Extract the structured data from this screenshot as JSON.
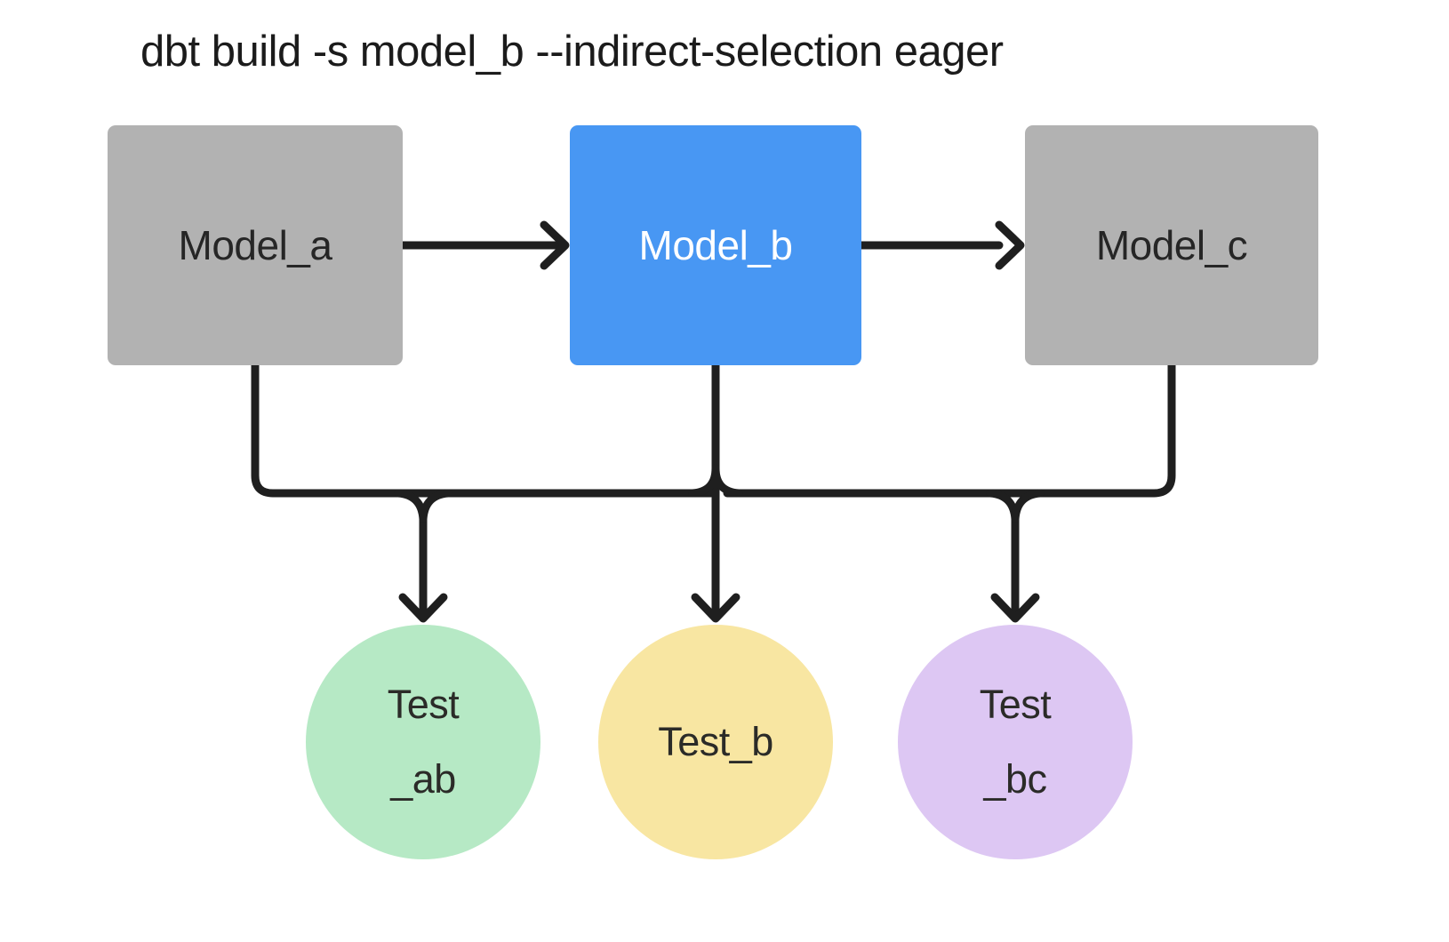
{
  "title": "dbt build -s model_b --indirect-selection eager",
  "colors": {
    "background": "#ffffff",
    "title_text": "#1b1b1b",
    "edge": "#1f1f1f",
    "model_default_fill": "#b2b2b2",
    "model_default_text": "#262626",
    "model_selected_fill": "#4897f3",
    "model_selected_text": "#ffffff",
    "test_ab_fill": "#b6e9c5",
    "test_b_fill": "#f8e6a2",
    "test_bc_fill": "#ddc7f3",
    "test_text": "#2b2b28"
  },
  "nodes": {
    "model_a": {
      "label": "Model_a",
      "type": "model",
      "selected": false,
      "fill": "#b2b2b2",
      "text_color": "#262626"
    },
    "model_b": {
      "label": "Model_b",
      "type": "model",
      "selected": true,
      "fill": "#4897f3",
      "text_color": "#ffffff"
    },
    "model_c": {
      "label": "Model_c",
      "type": "model",
      "selected": false,
      "fill": "#b2b2b2",
      "text_color": "#262626"
    },
    "test_ab": {
      "label": "Test\n_ab",
      "type": "test",
      "fill": "#b6e9c5",
      "text_color": "#2b2b28"
    },
    "test_b": {
      "label": "Test_b",
      "type": "test",
      "fill": "#f8e6a2",
      "text_color": "#2b2b28"
    },
    "test_bc": {
      "label": "Test\n_bc",
      "type": "test",
      "fill": "#ddc7f3",
      "text_color": "#2b2b28"
    }
  },
  "edges": [
    {
      "from": "model_a",
      "to": "model_b"
    },
    {
      "from": "model_b",
      "to": "model_c"
    },
    {
      "from": "model_a",
      "to": "test_ab"
    },
    {
      "from": "model_b",
      "to": "test_ab"
    },
    {
      "from": "model_b",
      "to": "test_b"
    },
    {
      "from": "model_b",
      "to": "test_bc"
    },
    {
      "from": "model_c",
      "to": "test_bc"
    }
  ]
}
